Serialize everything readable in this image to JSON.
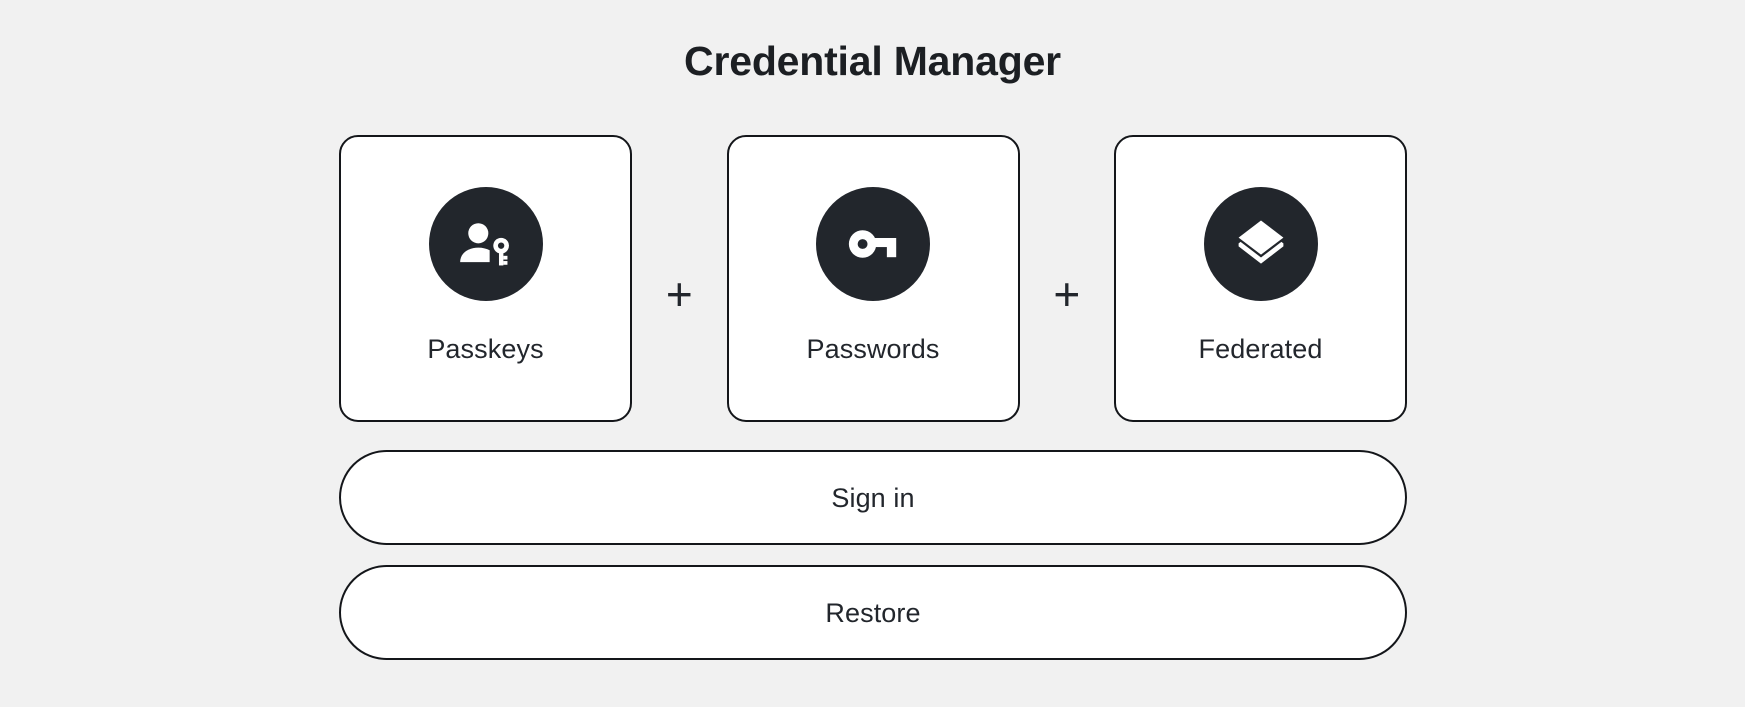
{
  "page": {
    "title": "Credential Manager",
    "background_color": "#f1f1f1",
    "text_color": "#1c1f23",
    "badge_color": "#22262c",
    "border_color": "#14161a",
    "card_background": "#ffffff"
  },
  "credentials": {
    "separator": "+",
    "cards": [
      {
        "label": "Passkeys",
        "icon": "person-key-icon"
      },
      {
        "label": "Passwords",
        "icon": "key-icon"
      },
      {
        "label": "Federated",
        "icon": "layers-icon"
      }
    ]
  },
  "actions": {
    "buttons": [
      {
        "label": "Sign in"
      },
      {
        "label": "Restore"
      }
    ]
  }
}
